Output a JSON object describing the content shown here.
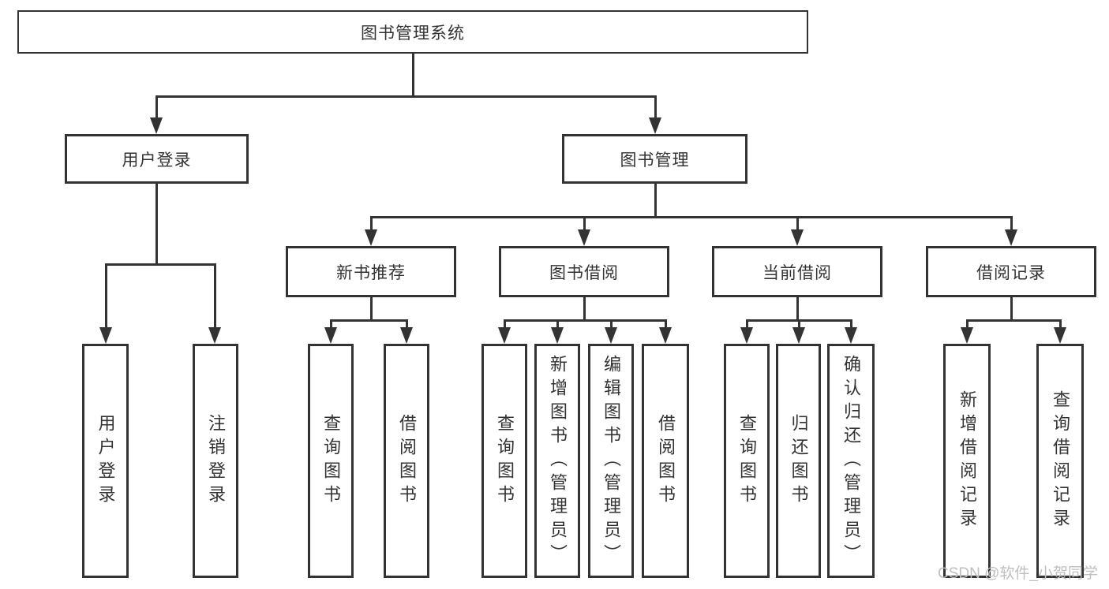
{
  "tree": {
    "label": "图书管理系统",
    "children": [
      {
        "label": "用户登录",
        "children": [
          {
            "label": "用户登录"
          },
          {
            "label": "注销登录"
          }
        ]
      },
      {
        "label": "图书管理",
        "children": [
          {
            "label": "新书推荐",
            "children": [
              {
                "label": "查询图书"
              },
              {
                "label": "借阅图书"
              }
            ]
          },
          {
            "label": "图书借阅",
            "children": [
              {
                "label": "查询图书"
              },
              {
                "label": "新增图书（管理员）"
              },
              {
                "label": "编辑图书（管理员）"
              },
              {
                "label": "借阅图书"
              }
            ]
          },
          {
            "label": "当前借阅",
            "children": [
              {
                "label": "查询图书"
              },
              {
                "label": "归还图书"
              },
              {
                "label": "确认归还（管理员）"
              }
            ]
          },
          {
            "label": "借阅记录",
            "children": [
              {
                "label": "新增借阅记录"
              },
              {
                "label": "查询借阅记录"
              }
            ]
          }
        ]
      }
    ]
  },
  "watermark": "CSDN @软件_小贺同学",
  "colors": {
    "line": "#333333",
    "text": "#333333",
    "box_background": "#ffffff",
    "watermark": "#bfbfbf"
  }
}
